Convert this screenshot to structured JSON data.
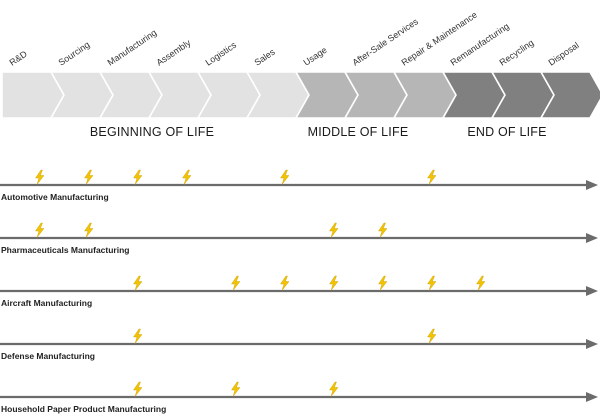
{
  "stages": [
    {
      "label": "R&D",
      "phase": 0
    },
    {
      "label": "Sourcing",
      "phase": 0
    },
    {
      "label": "Manufacturing",
      "phase": 0
    },
    {
      "label": "Assembly",
      "phase": 0
    },
    {
      "label": "Logistics",
      "phase": 0
    },
    {
      "label": "Sales",
      "phase": 0
    },
    {
      "label": "Usage",
      "phase": 1
    },
    {
      "label": "After-Sale Services",
      "phase": 1
    },
    {
      "label": "Repair & Maintenance",
      "phase": 1
    },
    {
      "label": "Remanufacturing",
      "phase": 2
    },
    {
      "label": "Recycling",
      "phase": 2
    },
    {
      "label": "Disposal",
      "phase": 2
    }
  ],
  "phases": [
    {
      "label": "BEGINNING OF LIFE",
      "color": "#e2e2e2"
    },
    {
      "label": "MIDDLE OF LIFE",
      "color": "#b6b6b6"
    },
    {
      "label": "END OF LIFE",
      "color": "#808080"
    }
  ],
  "industries": [
    {
      "label": "Automotive Manufacturing",
      "stages": [
        0,
        1,
        2,
        3,
        5,
        8
      ]
    },
    {
      "label": "Pharmaceuticals Manufacturing",
      "stages": [
        0,
        1,
        6,
        7
      ]
    },
    {
      "label": "Aircraft Manufacturing",
      "stages": [
        2,
        4,
        5,
        6,
        7,
        8,
        9
      ]
    },
    {
      "label": "Defense Manufacturing",
      "stages": [
        2,
        8
      ]
    },
    {
      "label": "Household Paper Product Manufacturing",
      "stages": [
        2,
        4,
        6
      ]
    }
  ],
  "icons": {
    "impact_marker": "lightning-bolt-icon"
  },
  "colors": {
    "bolt": "#F2C300",
    "timeline": "#6b6b6b"
  }
}
